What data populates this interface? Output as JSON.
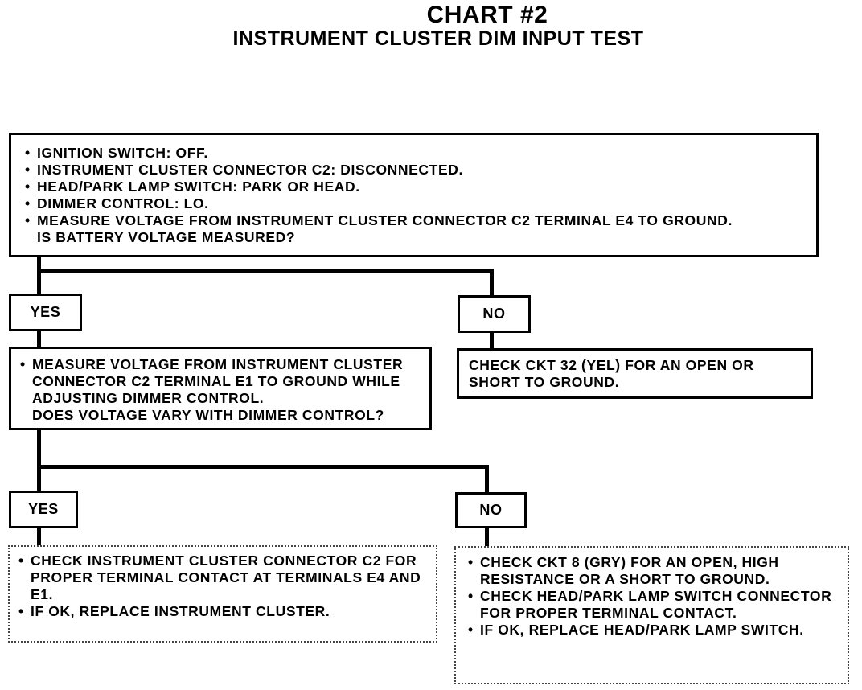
{
  "header": {
    "chart_title": "CHART #2",
    "subtitle": "INSTRUMENT CLUSTER DIM INPUT TEST"
  },
  "step1": {
    "bullets": [
      "IGNITION SWITCH: OFF.",
      "INSTRUMENT CLUSTER CONNECTOR C2: DISCONNECTED.",
      "HEAD/PARK LAMP SWITCH: PARK OR HEAD.",
      "DIMMER CONTROL: LO.",
      "MEASURE VOLTAGE FROM INSTRUMENT CLUSTER CONNECTOR C2 TERMINAL E4 TO GROUND."
    ],
    "question": "IS BATTERY VOLTAGE MEASURED?"
  },
  "branch1": {
    "yes": "YES",
    "no": "NO"
  },
  "step2_yes": {
    "bullet": "MEASURE VOLTAGE FROM INSTRUMENT CLUSTER CONNECTOR C2 TERMINAL E1 TO GROUND WHILE ADJUSTING DIMMER CONTROL.",
    "question": "DOES VOLTAGE VARY WITH DIMMER CONTROL?"
  },
  "step2_no": {
    "text": "CHECK CKT 32 (YEL) FOR AN OPEN OR SHORT TO GROUND."
  },
  "branch2": {
    "yes": "YES",
    "no": "NO"
  },
  "step3_yes": {
    "bullets": [
      "CHECK INSTRUMENT CLUSTER CONNECTOR C2 FOR PROPER TERMINAL CONTACT AT TERMINALS E4 AND E1.",
      "IF OK, REPLACE INSTRUMENT CLUSTER."
    ]
  },
  "step3_no": {
    "bullets": [
      "CHECK CKT 8 (GRY) FOR AN OPEN, HIGH RESISTANCE OR A SHORT TO GROUND.",
      "CHECK HEAD/PARK LAMP SWITCH CONNECTOR FOR PROPER TERMINAL CONTACT.",
      "IF OK, REPLACE HEAD/PARK LAMP SWITCH."
    ]
  }
}
